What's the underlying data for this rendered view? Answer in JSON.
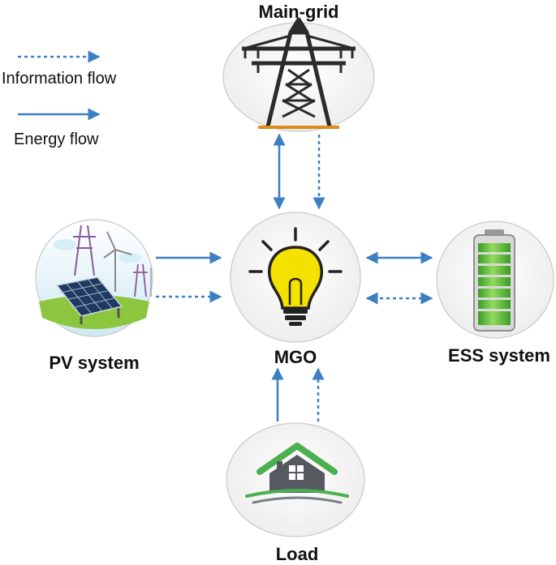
{
  "legend": {
    "information_flow": "Information flow",
    "energy_flow": "Energy flow"
  },
  "nodes": {
    "main_grid": "Main-grid",
    "pv_system": "PV system",
    "mgo": "MGO",
    "ess_system": "ESS system",
    "load": "Load"
  },
  "colors": {
    "arrow": "#3b7fc4",
    "circle_fill": "#f4f4f4",
    "circle_stroke": "#c9c9c9",
    "bulb_yellow": "#f5e100",
    "battery_green": "#4caf2e",
    "roof_green": "#4caf50",
    "tower_dark": "#2b2b2b",
    "tower_base": "#e08a1e"
  },
  "icons": {
    "main_grid": "transmission-tower-icon",
    "pv_system": "solar-panel-icon",
    "mgo": "light-bulb-icon",
    "ess_system": "battery-icon",
    "load": "house-icon"
  }
}
